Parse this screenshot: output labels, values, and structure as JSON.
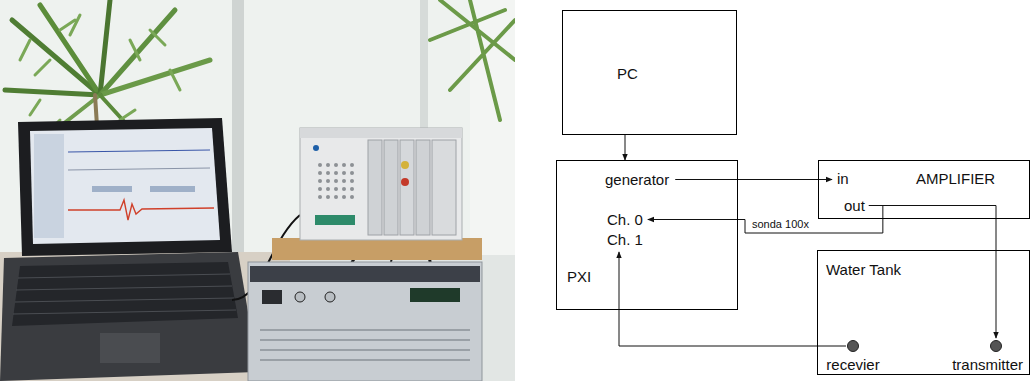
{
  "diagram": {
    "nodes": [
      {
        "text": [
          "PC"
        ]
      },
      {
        "text": [
          "generator",
          "Ch. 0",
          "Ch. 1",
          "PXI"
        ]
      },
      {
        "text": [
          "in",
          "AMPLIFIER",
          "out"
        ]
      },
      {
        "text": [
          "Water Tank"
        ]
      },
      {
        "text": [
          "recevier"
        ],
        "in": 3
      },
      {
        "text": [
          "transmitter"
        ],
        "in": 3
      }
    ],
    "edges": [
      {
        "from": 0,
        "to": 1,
        "arrow": "to"
      },
      {
        "from": 1,
        "to": 2,
        "arrow": "to"
      },
      {
        "from": 2,
        "to": 1,
        "label": "sonda 100x",
        "arrow": "to"
      },
      {
        "from": 2,
        "to": 5,
        "arrow": "to"
      },
      {
        "from": 4,
        "to": 1,
        "arrow": "to"
      }
    ]
  }
}
